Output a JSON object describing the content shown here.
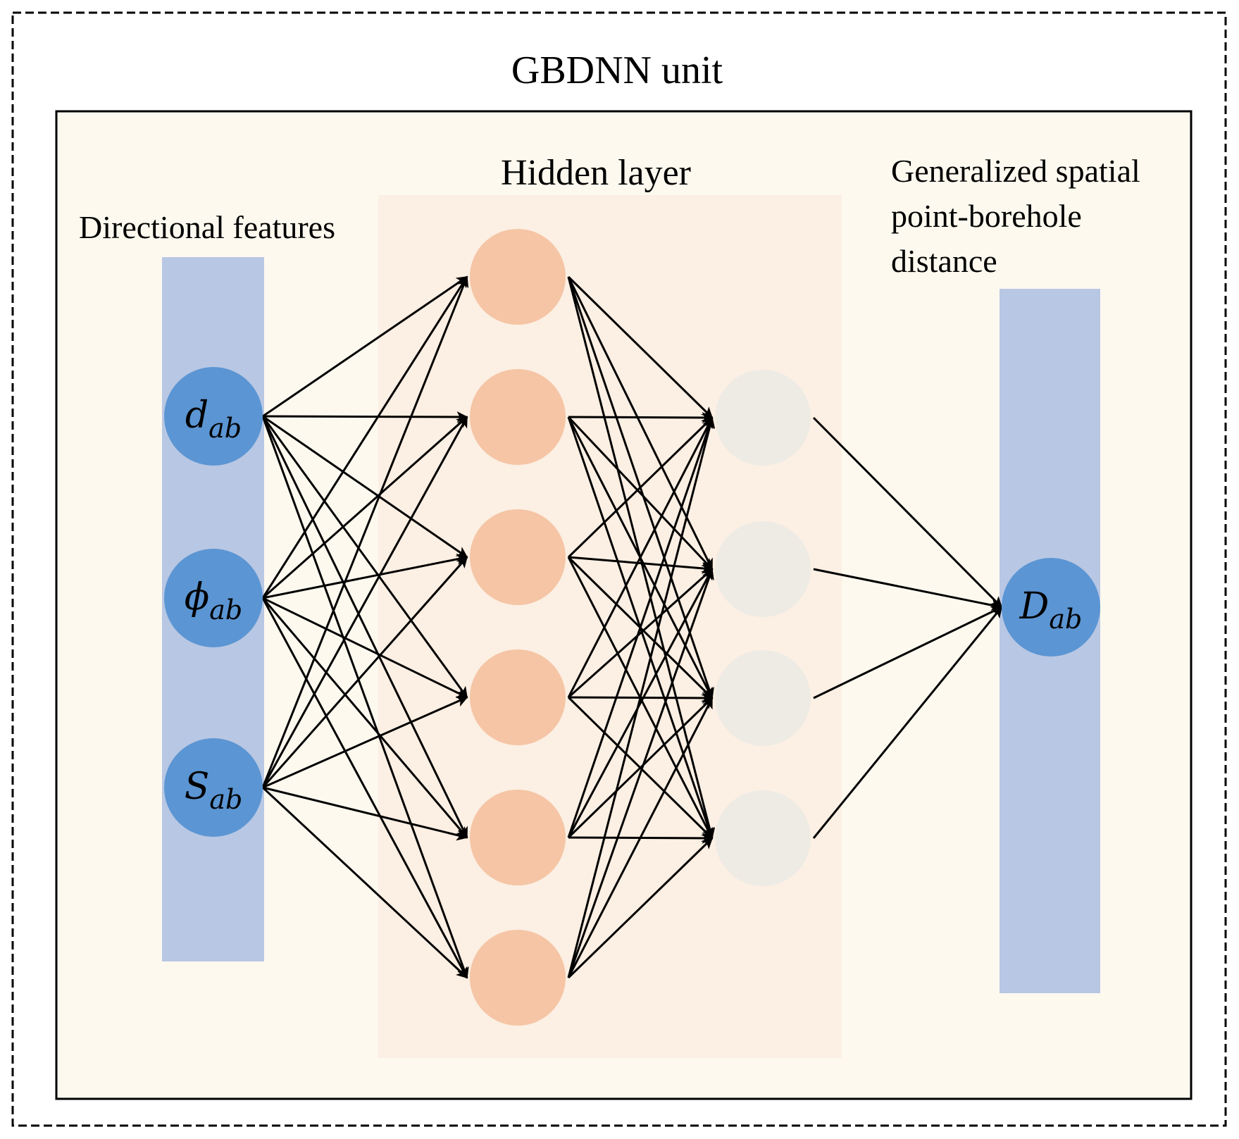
{
  "title": "GBDNN unit",
  "hidden_layer_label": "Hidden layer",
  "input_label": "Directional features",
  "output_label_lines": [
    "Generalized spatial",
    "point-borehole",
    "distance"
  ],
  "input_nodes": [
    {
      "base": "d",
      "sub": "ab"
    },
    {
      "base": "ϕ",
      "sub": "ab"
    },
    {
      "base": "S",
      "sub": "ab"
    }
  ],
  "output_node": {
    "base": "D",
    "sub": "ab"
  },
  "hidden_layer_1_count": 6,
  "hidden_layer_2_count": 4,
  "colors": {
    "outer_background": "#fdf9ef",
    "hidden_panel": "#fcefe3",
    "feature_column": "#b8c7e3",
    "input_output_node": "#5b95d3",
    "hidden_node_1": "#f5c5a5",
    "hidden_node_2": "#eeebe5",
    "edge": "#000000"
  }
}
